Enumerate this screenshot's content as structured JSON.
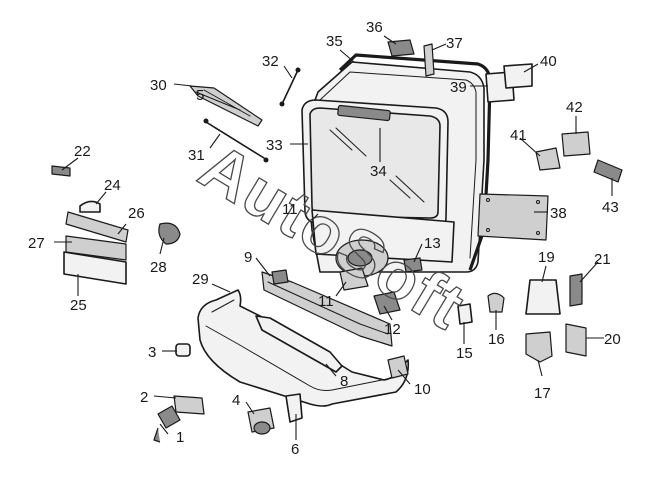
{
  "watermark": {
    "text": "AutoSoft"
  },
  "callouts": [
    {
      "id": "1",
      "text": "1"
    },
    {
      "id": "2",
      "text": "2"
    },
    {
      "id": "3",
      "text": "3"
    },
    {
      "id": "4",
      "text": "4"
    },
    {
      "id": "5",
      "text": "5"
    },
    {
      "id": "6",
      "text": "6"
    },
    {
      "id": "8",
      "text": "8"
    },
    {
      "id": "9",
      "text": "9"
    },
    {
      "id": "10",
      "text": "10"
    },
    {
      "id": "11a",
      "text": "11"
    },
    {
      "id": "11b",
      "text": "11"
    },
    {
      "id": "12",
      "text": "12"
    },
    {
      "id": "13",
      "text": "13"
    },
    {
      "id": "15",
      "text": "15"
    },
    {
      "id": "16",
      "text": "16"
    },
    {
      "id": "17",
      "text": "17"
    },
    {
      "id": "19",
      "text": "19"
    },
    {
      "id": "20",
      "text": "20"
    },
    {
      "id": "21",
      "text": "21"
    },
    {
      "id": "22",
      "text": "22"
    },
    {
      "id": "24",
      "text": "24"
    },
    {
      "id": "25",
      "text": "25"
    },
    {
      "id": "26",
      "text": "26"
    },
    {
      "id": "27",
      "text": "27"
    },
    {
      "id": "28",
      "text": "28"
    },
    {
      "id": "29",
      "text": "29"
    },
    {
      "id": "30",
      "text": "30"
    },
    {
      "id": "31",
      "text": "31"
    },
    {
      "id": "32",
      "text": "32"
    },
    {
      "id": "33",
      "text": "33"
    },
    {
      "id": "34",
      "text": "34"
    },
    {
      "id": "35",
      "text": "35"
    },
    {
      "id": "36",
      "text": "36"
    },
    {
      "id": "37",
      "text": "37"
    },
    {
      "id": "38",
      "text": "38"
    },
    {
      "id": "39",
      "text": "39"
    },
    {
      "id": "40",
      "text": "40"
    },
    {
      "id": "41",
      "text": "41"
    },
    {
      "id": "42",
      "text": "42"
    },
    {
      "id": "43",
      "text": "43"
    }
  ]
}
